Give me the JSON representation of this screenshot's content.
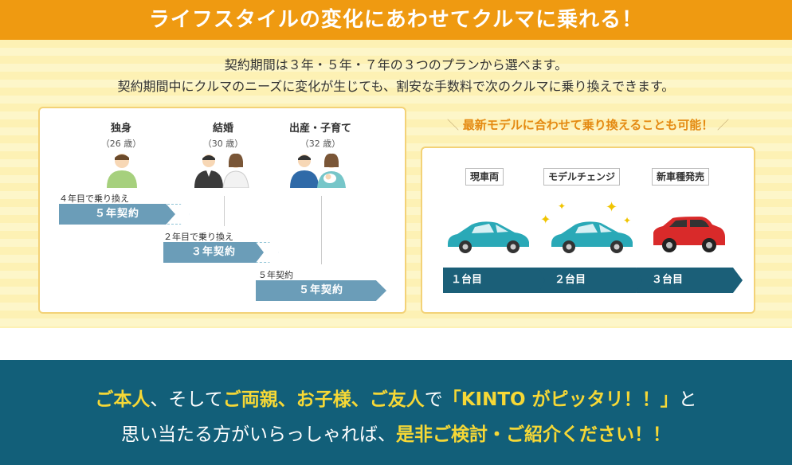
{
  "banner": {
    "title": "ライフスタイルの変化にあわせてクルマに乗れる！"
  },
  "intro": {
    "line1": "契約期間は３年・５年・７年の３つのプランから選べます。",
    "line2": "契約期間中にクルマのニーズに変化が生じても、割安な手数料で次のクルマに乗り換えできます。"
  },
  "timeline": {
    "stages": [
      {
        "title": "独身",
        "age": "（26 歳）"
      },
      {
        "title": "結婚",
        "age": "（30 歳）"
      },
      {
        "title": "出産・子育て",
        "age": "（32 歳）"
      }
    ],
    "bars": [
      {
        "caption": "４年目で乗り換え",
        "label": "５年契約"
      },
      {
        "caption": "２年目で乗り換え",
        "label": "３年契約"
      },
      {
        "caption": "５年契約",
        "label": "５年契約"
      }
    ]
  },
  "models": {
    "title": "最新モデルに合わせて乗り換えることも可能！",
    "tags": [
      "現車両",
      "モデルチェンジ",
      "新車種発売"
    ],
    "steps": [
      "１台目",
      "２台目",
      "３台目"
    ]
  },
  "message": {
    "l1_a": "ご本人",
    "l1_b": "、そして",
    "l1_c": "ご両親、お子様、ご友人",
    "l1_d": "で",
    "l1_e": "「KINTO がピッタリ！！」",
    "l1_f": "と",
    "l2_a": "思い当たる方がいらっしゃれば、",
    "l2_b": "是非ご検討・ご紹介ください！！"
  },
  "colors": {
    "banner": "#ef9a11",
    "bar": "#6b9db8",
    "step": "#1b5f78",
    "bottom": "#125f79",
    "highlight": "#f6d836"
  }
}
